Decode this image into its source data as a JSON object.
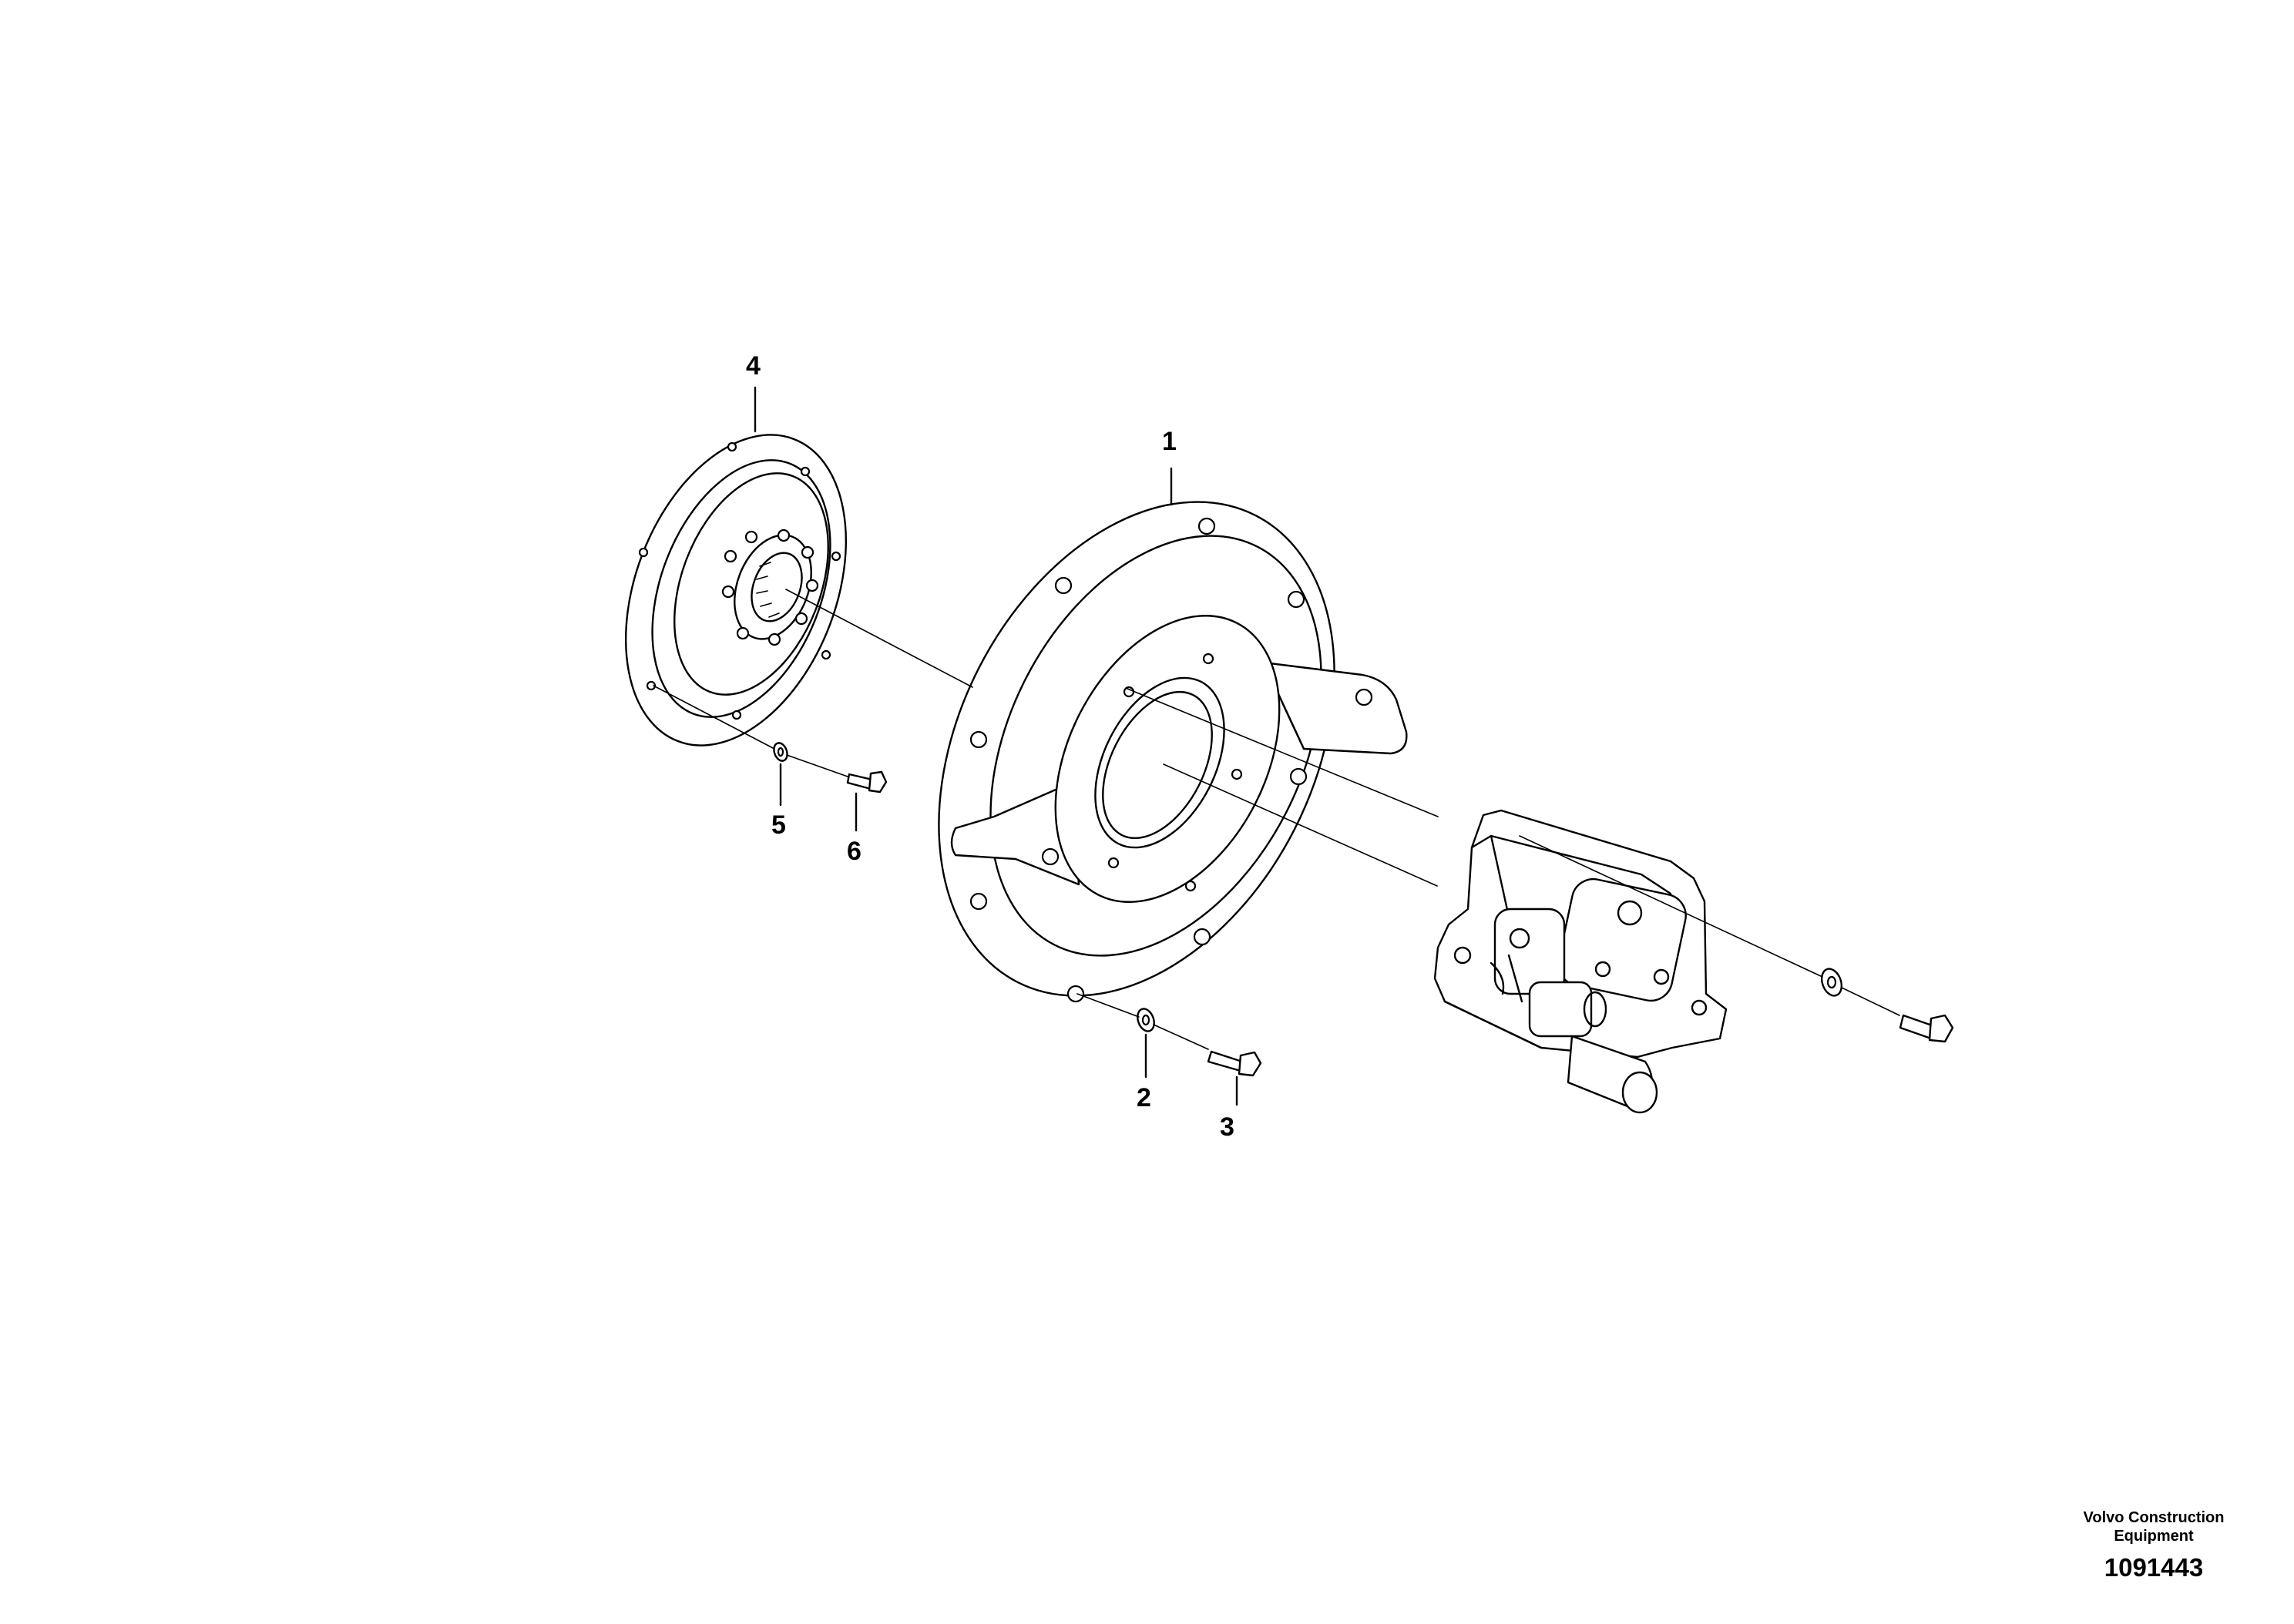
{
  "callouts": [
    {
      "id": "1",
      "label": "1"
    },
    {
      "id": "2",
      "label": "2"
    },
    {
      "id": "3",
      "label": "3"
    },
    {
      "id": "4",
      "label": "4"
    },
    {
      "id": "5",
      "label": "5"
    },
    {
      "id": "6",
      "label": "6"
    }
  ],
  "footer": {
    "brand_line1": "Volvo Construction",
    "brand_line2": "Equipment",
    "document_number": "1091443"
  }
}
